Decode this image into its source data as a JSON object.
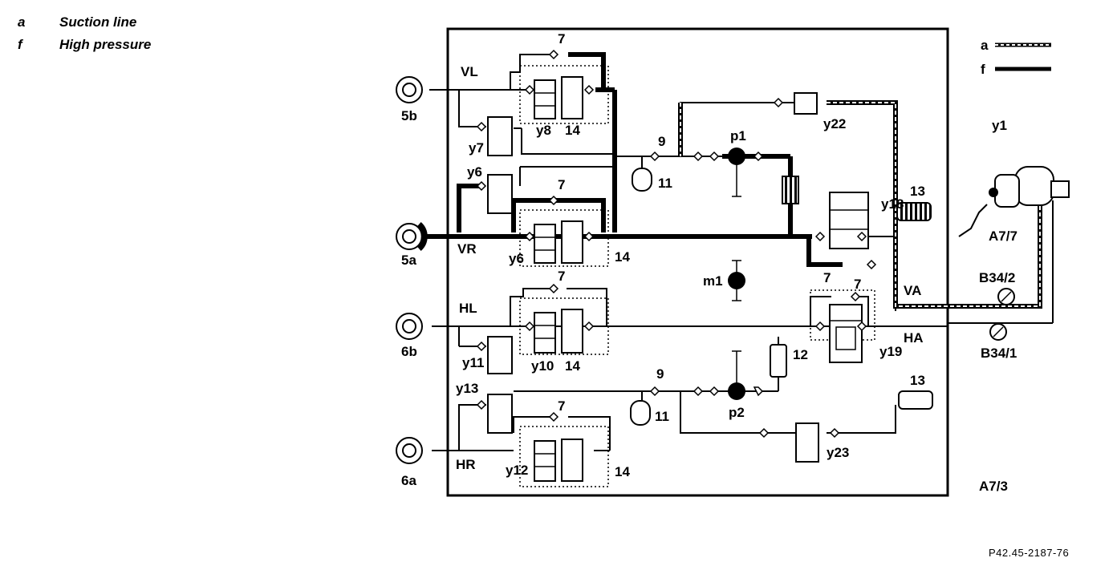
{
  "legend": {
    "a_key": "a",
    "a_label": "Suction line",
    "f_key": "f",
    "f_label": "High pressure"
  },
  "key_box": {
    "a": "a",
    "f": "f"
  },
  "figure_code": "P42.45-2187-76",
  "labels": {
    "wheel_5b": "5b",
    "wheel_5a": "5a",
    "wheel_6b": "6b",
    "wheel_6a": "6a",
    "VL": "VL",
    "VR": "VR",
    "HL": "HL",
    "HR": "HR",
    "VA": "VA",
    "HA": "HA",
    "n7_1": "7",
    "n7_2": "7",
    "n7_3": "7",
    "n7_4": "7",
    "n7_5": "7",
    "n7_6": "7",
    "n9_1": "9",
    "n9_2": "9",
    "n11_1": "11",
    "n11_2": "11",
    "n12": "12",
    "n13_1": "13",
    "n13_2": "13",
    "n14_1": "14",
    "n14_2": "14",
    "n14_3": "14",
    "n14_4": "14",
    "y1": "y1",
    "y6_1": "y6",
    "y6_2": "y6",
    "y7": "y7",
    "y8": "y8",
    "y10": "y10",
    "y11": "y11",
    "y12": "y12",
    "y13": "y13",
    "y18": "y18",
    "y19": "y19",
    "y22": "y22",
    "y23": "y23",
    "p1": "p1",
    "p2": "p2",
    "m1": "m1",
    "A7_7": "A7/7",
    "A7_3": "A7/3",
    "B34_2": "B34/2",
    "B34_1": "B34/1"
  },
  "colors": {
    "ink": "#000000",
    "paper": "#ffffff"
  }
}
